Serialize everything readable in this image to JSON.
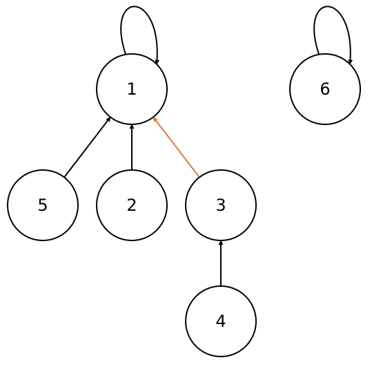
{
  "nodes": [
    {
      "id": "1",
      "label": "1"
    },
    {
      "id": "2",
      "label": "2"
    },
    {
      "id": "3",
      "label": "3"
    },
    {
      "id": "4",
      "label": "4"
    },
    {
      "id": "5",
      "label": "5"
    },
    {
      "id": "6",
      "label": "6"
    }
  ],
  "edges": [
    {
      "from": "1",
      "to": "1",
      "kind": "self-loop",
      "color": "#000000"
    },
    {
      "from": "6",
      "to": "6",
      "kind": "self-loop",
      "color": "#000000"
    },
    {
      "from": "5",
      "to": "1",
      "color": "#000000"
    },
    {
      "from": "2",
      "to": "1",
      "color": "#000000"
    },
    {
      "from": "3",
      "to": "1",
      "color": "#e07a3a"
    },
    {
      "from": "4",
      "to": "3",
      "color": "#000000"
    }
  ]
}
